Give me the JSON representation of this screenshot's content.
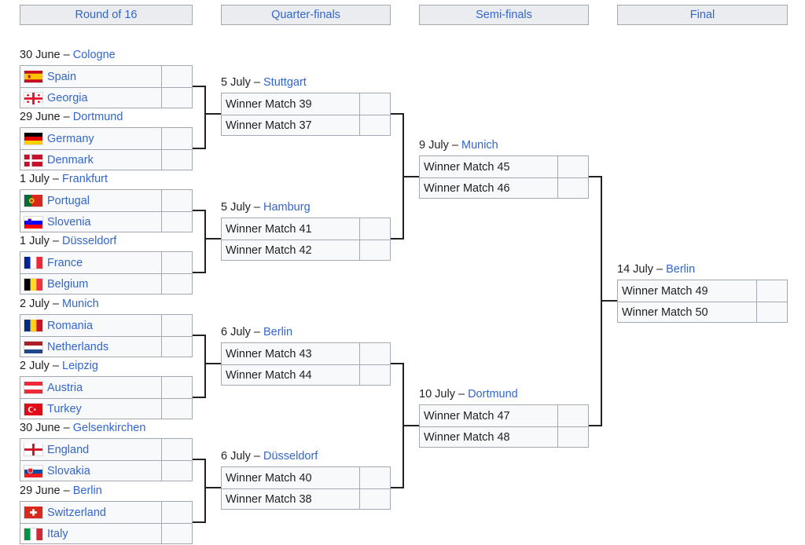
{
  "headers": [
    "Round of 16",
    "Quarter-finals",
    "Semi-finals",
    "Final"
  ],
  "r16": [
    {
      "date": "30 June – ",
      "place": "Cologne",
      "teams": [
        {
          "name": "Spain",
          "flag": "spain-flag-icon"
        },
        {
          "name": "Georgia",
          "flag": "georgia-flag-icon"
        }
      ]
    },
    {
      "date": "29 June – ",
      "place": "Dortmund",
      "teams": [
        {
          "name": "Germany",
          "flag": "germany-flag-icon"
        },
        {
          "name": "Denmark",
          "flag": "denmark-flag-icon"
        }
      ]
    },
    {
      "date": "1 July – ",
      "place": "Frankfurt",
      "teams": [
        {
          "name": "Portugal",
          "flag": "portugal-flag-icon"
        },
        {
          "name": "Slovenia",
          "flag": "slovenia-flag-icon"
        }
      ]
    },
    {
      "date": "1 July – ",
      "place": "Düsseldorf",
      "teams": [
        {
          "name": "France",
          "flag": "france-flag-icon"
        },
        {
          "name": "Belgium",
          "flag": "belgium-flag-icon"
        }
      ]
    },
    {
      "date": "2 July – ",
      "place": "Munich",
      "teams": [
        {
          "name": "Romania",
          "flag": "romania-flag-icon"
        },
        {
          "name": "Netherlands",
          "flag": "netherlands-flag-icon"
        }
      ]
    },
    {
      "date": "2 July – ",
      "place": "Leipzig",
      "teams": [
        {
          "name": "Austria",
          "flag": "austria-flag-icon"
        },
        {
          "name": "Turkey",
          "flag": "turkey-flag-icon"
        }
      ]
    },
    {
      "date": "30 June – ",
      "place": "Gelsenkirchen",
      "teams": [
        {
          "name": "England",
          "flag": "england-flag-icon"
        },
        {
          "name": "Slovakia",
          "flag": "slovakia-flag-icon"
        }
      ]
    },
    {
      "date": "29 June – ",
      "place": "Berlin",
      "teams": [
        {
          "name": "Switzerland",
          "flag": "switzerland-flag-icon"
        },
        {
          "name": "Italy",
          "flag": "italy-flag-icon"
        }
      ]
    }
  ],
  "qf": [
    {
      "date": "5 July – ",
      "place": "Stuttgart",
      "teams": [
        "Winner Match 39",
        "Winner Match 37"
      ]
    },
    {
      "date": "5 July – ",
      "place": "Hamburg",
      "teams": [
        "Winner Match 41",
        "Winner Match 42"
      ]
    },
    {
      "date": "6 July – ",
      "place": "Berlin",
      "teams": [
        "Winner Match 43",
        "Winner Match 44"
      ]
    },
    {
      "date": "6 July – ",
      "place": "Düsseldorf",
      "teams": [
        "Winner Match 40",
        "Winner Match 38"
      ]
    }
  ],
  "sf": [
    {
      "date": "9 July – ",
      "place": "Munich",
      "teams": [
        "Winner Match 45",
        "Winner Match 46"
      ]
    },
    {
      "date": "10 July – ",
      "place": "Dortmund",
      "teams": [
        "Winner Match 47",
        "Winner Match 48"
      ]
    }
  ],
  "final": [
    {
      "date": "14 July – ",
      "place": "Berlin",
      "teams": [
        "Winner Match 49",
        "Winner Match 50"
      ]
    }
  ],
  "colors": {
    "link": "#3366cc",
    "header_bg": "#eaecf0",
    "border": "#a2a9b1",
    "cell_bg": "#f8f9fa"
  }
}
